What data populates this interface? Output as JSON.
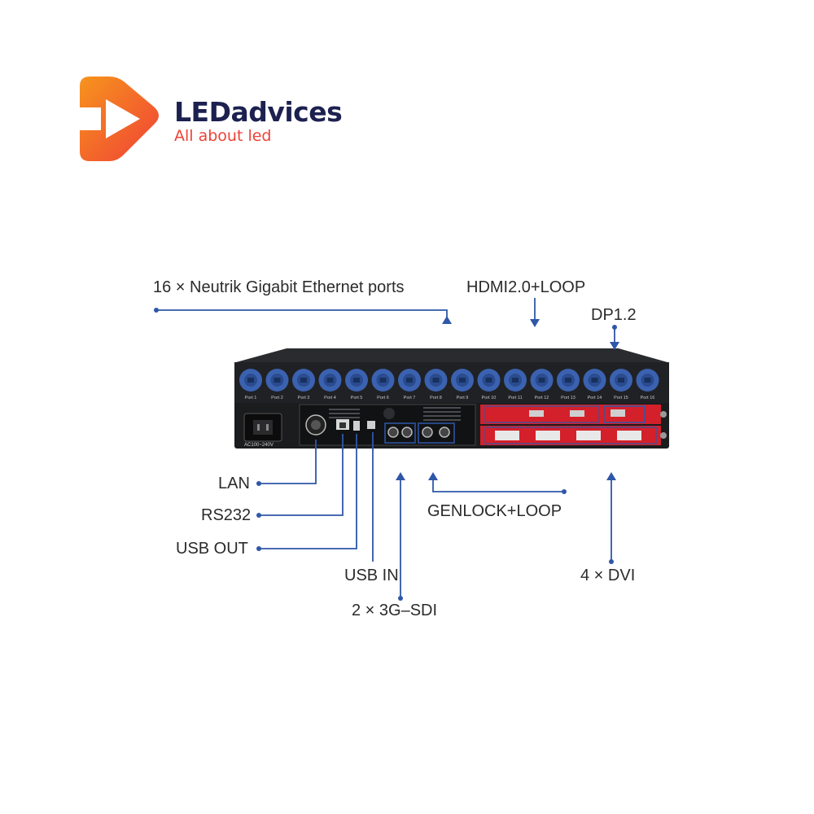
{
  "brand": {
    "name": "LEDadvices",
    "tagline": "All about led",
    "colors": {
      "orange": "#f47b20",
      "red": "#ef4136",
      "navy": "#1c2150"
    }
  },
  "device": {
    "power_label": "AC100~240V",
    "port_labels": [
      "Port 1",
      "Port 2",
      "Port 3",
      "Port 4",
      "Port 5",
      "Port 6",
      "Port 7",
      "Port 8",
      "Port 9",
      "Port 10",
      "Port 11",
      "Port 12",
      "Port 13",
      "Port 14",
      "Port 15",
      "Port 16"
    ],
    "colors": {
      "chassis": "#1b1c1e",
      "port": "#3b62b0",
      "card": "#d4202a",
      "line": "#2f57a8"
    }
  },
  "callouts": {
    "ethernet": "16 × Neutrik Gigabit Ethernet ports",
    "hdmi": "HDMI2.0+LOOP",
    "dp": "DP1.2",
    "lan": "LAN",
    "rs232": "RS232",
    "usb_out": "USB OUT",
    "usb_in": "USB IN",
    "sdi": "2 × 3G–SDI",
    "genlock": "GENLOCK+LOOP",
    "dvi": "4 × DVI"
  }
}
